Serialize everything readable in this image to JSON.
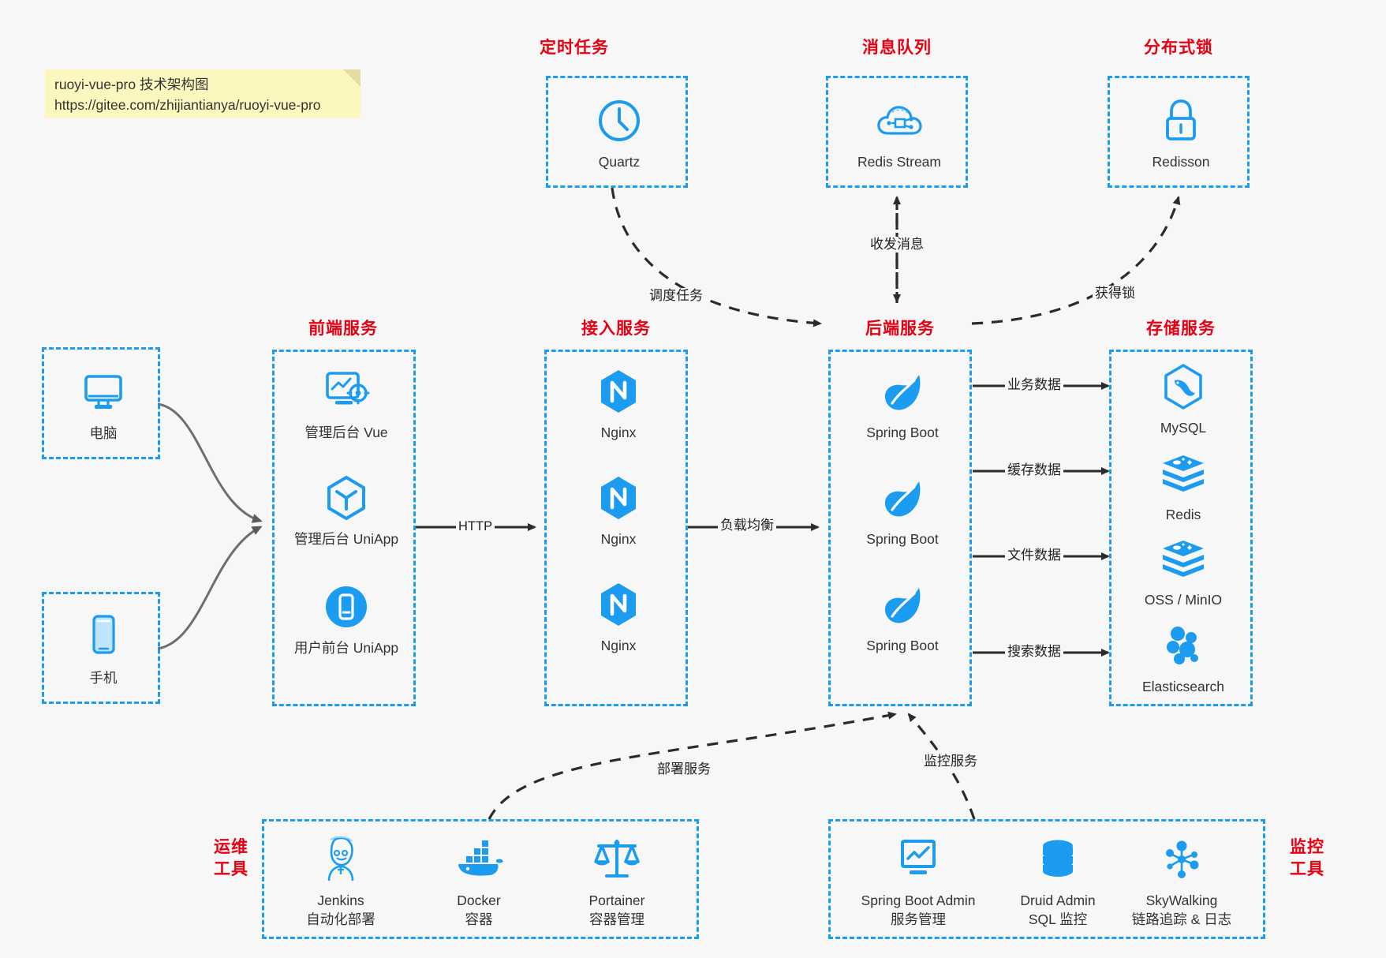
{
  "note": {
    "line1": "ruoyi-vue-pro 技术架构图",
    "line2": "https://gitee.com/zhijiantianya/ruoyi-vue-pro"
  },
  "colors": {
    "accent_blue": "#1b9cf0",
    "title_red": "#e60012",
    "background": "#f7f7f7",
    "arrow_dark": "#333333",
    "note_yellow": "#fbf7bf"
  },
  "groups": {
    "scheduled_task": {
      "title": "定时任务"
    },
    "message_queue": {
      "title": "消息队列"
    },
    "distributed_lock": {
      "title": "分布式锁"
    },
    "frontend": {
      "title": "前端服务"
    },
    "gateway": {
      "title": "接入服务"
    },
    "backend": {
      "title": "后端服务"
    },
    "storage": {
      "title": "存储服务"
    },
    "devops": {
      "title": "运维\n工具",
      "title_l1": "运维",
      "title_l2": "工具"
    },
    "monitor": {
      "title": "监控\n工具",
      "title_l1": "监控",
      "title_l2": "工具"
    }
  },
  "clients": [
    {
      "label": "电脑",
      "icon": "desktop-computer-icon"
    },
    {
      "label": "手机",
      "icon": "mobile-phone-icon"
    }
  ],
  "nodes": {
    "quartz": {
      "label": "Quartz",
      "icon": "clock-icon"
    },
    "redis_stream": {
      "label": "Redis Stream",
      "icon": "cloud-network-icon"
    },
    "redisson": {
      "label": "Redisson",
      "icon": "lock-icon"
    },
    "frontend_items": [
      {
        "label": "管理后台 Vue",
        "icon": "dashboard-settings-icon"
      },
      {
        "label": "管理后台 UniApp",
        "icon": "hexagon-cube-icon"
      },
      {
        "label": "用户前台 UniApp",
        "icon": "mobile-app-icon"
      }
    ],
    "gateway_items": [
      {
        "label": "Nginx",
        "icon": "nginx-icon"
      },
      {
        "label": "Nginx",
        "icon": "nginx-icon"
      },
      {
        "label": "Nginx",
        "icon": "nginx-icon"
      }
    ],
    "backend_items": [
      {
        "label": "Spring Boot",
        "icon": "spring-boot-icon"
      },
      {
        "label": "Spring Boot",
        "icon": "spring-boot-icon"
      },
      {
        "label": "Spring Boot",
        "icon": "spring-boot-icon"
      }
    ],
    "storage_items": [
      {
        "label": "MySQL",
        "icon": "mysql-dolphin-icon"
      },
      {
        "label": "Redis",
        "icon": "redis-stack-icon"
      },
      {
        "label": "OSS / MinIO",
        "icon": "object-storage-icon"
      },
      {
        "label": "Elasticsearch",
        "icon": "elasticsearch-icon"
      }
    ],
    "devops_items": [
      {
        "label": "Jenkins",
        "sublabel": "自动化部署",
        "icon": "jenkins-butler-icon"
      },
      {
        "label": "Docker",
        "sublabel": "容器",
        "icon": "docker-whale-icon"
      },
      {
        "label": "Portainer",
        "sublabel": "容器管理",
        "icon": "scales-balance-icon"
      }
    ],
    "monitor_items": [
      {
        "label": "Spring Boot Admin",
        "sublabel": "服务管理",
        "icon": "monitor-chart-icon"
      },
      {
        "label": "Druid Admin",
        "sublabel": "SQL 监控",
        "icon": "database-cylinder-icon"
      },
      {
        "label": "SkyWalking",
        "sublabel": "链路追踪 & 日志",
        "icon": "network-nodes-icon"
      }
    ]
  },
  "edges": [
    {
      "id": "http",
      "label": "HTTP",
      "from": "frontend",
      "to": "gateway",
      "style": "solid"
    },
    {
      "id": "lb",
      "label": "负载均衡",
      "from": "gateway",
      "to": "backend",
      "style": "solid"
    },
    {
      "id": "schedule",
      "label": "调度任务",
      "from": "quartz",
      "to": "backend",
      "style": "dashed"
    },
    {
      "id": "mq",
      "label": "收发消息",
      "from": "backend",
      "to": "redis_stream",
      "style": "dashed-bidirectional"
    },
    {
      "id": "lock",
      "label": "获得锁",
      "from": "backend",
      "to": "redisson",
      "style": "dashed"
    },
    {
      "id": "biz_data",
      "label": "业务数据",
      "from": "backend",
      "to": "mysql",
      "style": "solid"
    },
    {
      "id": "cache_data",
      "label": "缓存数据",
      "from": "backend",
      "to": "redis",
      "style": "solid"
    },
    {
      "id": "file_data",
      "label": "文件数据",
      "from": "backend",
      "to": "oss",
      "style": "solid"
    },
    {
      "id": "search_data",
      "label": "搜索数据",
      "from": "backend",
      "to": "es",
      "style": "solid"
    },
    {
      "id": "deploy",
      "label": "部署服务",
      "from": "devops",
      "to": "backend",
      "style": "dashed"
    },
    {
      "id": "observe",
      "label": "监控服务",
      "from": "monitor",
      "to": "backend",
      "style": "dashed"
    }
  ]
}
